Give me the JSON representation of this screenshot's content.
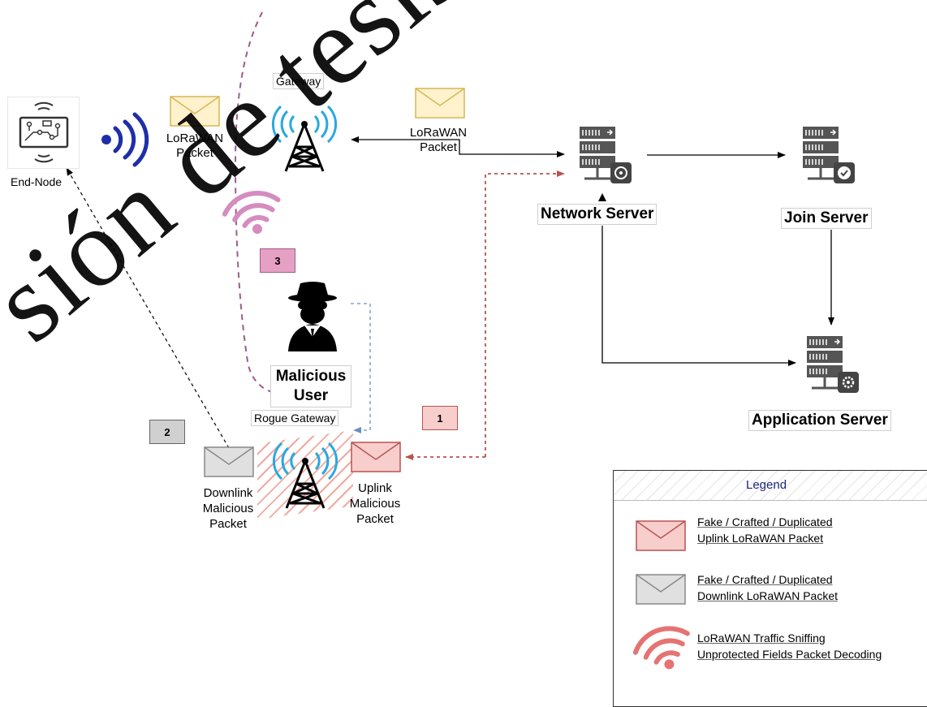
{
  "nodes": {
    "end_node": "End-Node",
    "gateway": "Gateway",
    "rogue_gateway": "Rogue Gateway",
    "network_server": "Network Server",
    "join_server": "Join Server",
    "application_server": "Application Server",
    "malicious_user_line1": "Malicious",
    "malicious_user_line2": "User"
  },
  "packets": {
    "lorawan_packet_1_line1": "LoRaWAN",
    "lorawan_packet_1_line2": "Packet",
    "lorawan_packet_2_line1": "LoRaWAN",
    "lorawan_packet_2_line2": "Packet",
    "downlink_line1": "Downlink",
    "downlink_line2": "Malicious",
    "downlink_line3": "Packet",
    "uplink_line1": "Uplink",
    "uplink_line2": "Malicious",
    "uplink_line3": "Packet"
  },
  "badges": {
    "one": "1",
    "two": "2",
    "three": "3"
  },
  "legend": {
    "title": "Legend",
    "uplink_line1": "Fake / Crafted / Duplicated",
    "uplink_line2": "Uplink LoRaWAN Packet",
    "downlink_line1": "Fake / Crafted / Duplicated",
    "downlink_line2": "Downlink LoRaWAN Packet",
    "sniff_line1": "LoRaWAN Traffic Sniffing",
    "sniff_line2": "Unprotected Fields Packet Decoding"
  },
  "watermark": "sión de tesis aprobada po",
  "colors": {
    "packet_yellow": "#fff2cc",
    "packet_red": "#f8cecc",
    "packet_gray": "#e0e0e0",
    "badge_red": "#f8cecc",
    "badge_gray": "#d0d0d0",
    "badge_pink": "#e6a0c4",
    "wifi_blue": "#29a8e0",
    "wifi_pink": "#d58cbf",
    "wifi_red": "#e57373",
    "dashed_red": "#b85450",
    "dashed_blue": "#6c8ebf",
    "dashed_purple": "#9e5c8a"
  }
}
